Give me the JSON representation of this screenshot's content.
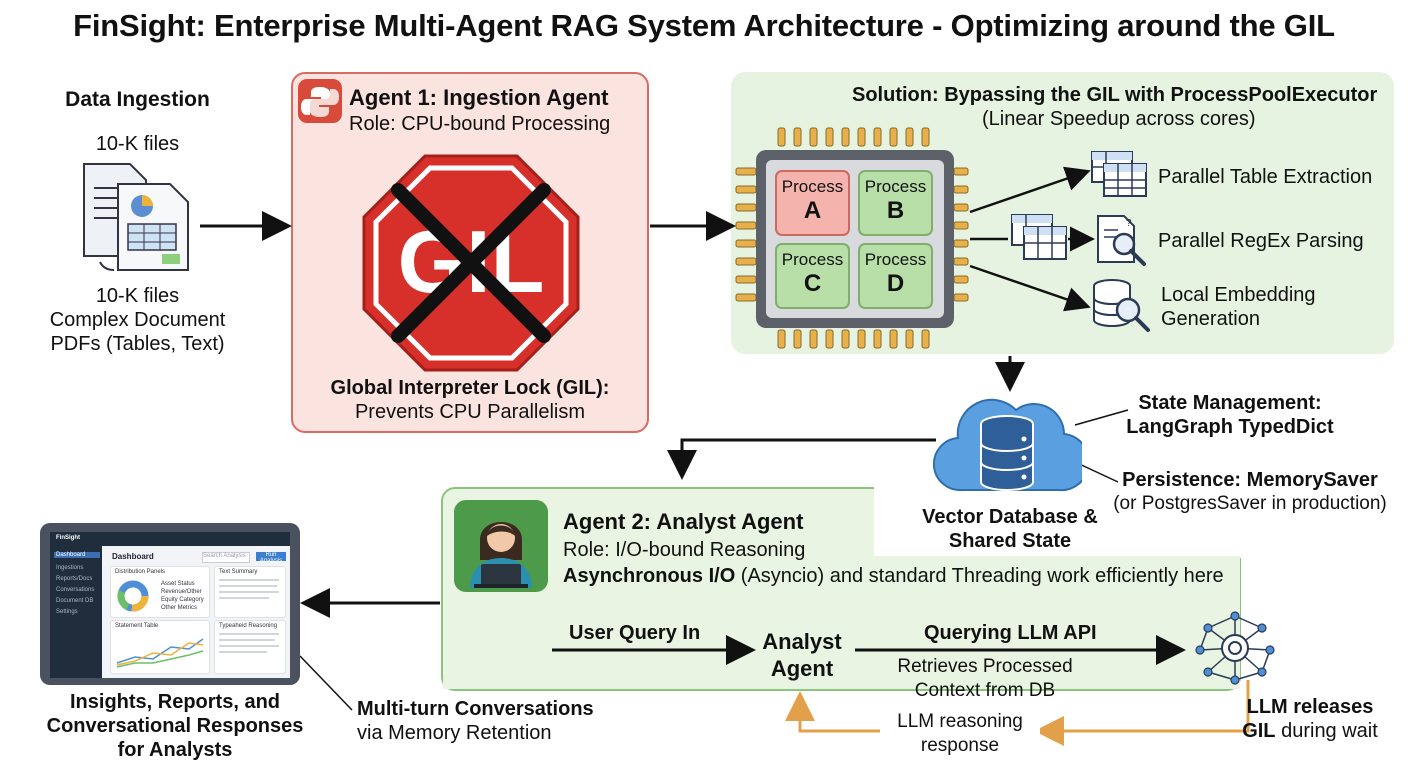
{
  "title": "FinSight: Enterprise Multi-Agent RAG System Architecture - Optimizing around the GIL",
  "ingestion": {
    "heading": "Data Ingestion",
    "top_label": "10-K files",
    "bottom_line1": "10-K files",
    "bottom_line2": "Complex Document",
    "bottom_line3": "PDFs (Tables, Text)"
  },
  "agent1": {
    "title": "Agent 1: Ingestion Agent",
    "role": "Role: CPU-bound Processing",
    "sign_text": "GIL",
    "caption_bold": "Global Interpreter Lock (GIL):",
    "caption": "Prevents CPU Parallelism"
  },
  "solution": {
    "title": "Solution: Bypassing the GIL with ProcessPoolExecutor",
    "subtitle": "(Linear Speedup across cores)",
    "process_word": "Process",
    "processes": [
      "A",
      "B",
      "C",
      "D"
    ],
    "outputs": [
      "Parallel Table Extraction",
      "Parallel RegEx Parsing",
      "Local Embedding",
      "Generation"
    ]
  },
  "state": {
    "mgmt_line1": "State Management:",
    "mgmt_line2": "LangGraph TypedDict",
    "persist_bold": "Persistence: MemorySaver",
    "persist_sub": "(or PostgresSaver in production)",
    "db_line1": "Vector Database &",
    "db_line2": "Shared State"
  },
  "agent2": {
    "title": "Agent 2: Analyst Agent",
    "role": "Role: I/O-bound Reasoning",
    "async_bold": "Asynchronous I/O",
    "async_rest": " (Asyncio) and standard Threading work efficiently here",
    "user_query": "User Query In",
    "center_line1": "Analyst",
    "center_line2": "Agent",
    "querying": "Querying LLM API",
    "retrieves1": "Retrieves Processed",
    "retrieves2": "Context from DB"
  },
  "llm": {
    "release_bold1": "LLM releases",
    "release_bold2": "GIL",
    "release_rest": " during wait",
    "reasoning1": "LLM reasoning",
    "reasoning2": "response"
  },
  "output": {
    "line1": "Insights, Reports, and",
    "line2": "Conversational Responses",
    "line3": "for Analysts",
    "multi_bold": "Multi-turn Conversations",
    "multi_sub": "via Memory Retention"
  },
  "dashboard": {
    "brand": "FinSight",
    "header": "Dashboard",
    "search": "Search Analysis",
    "button": "Run Analysis",
    "nav": [
      "Dashboard",
      "Ingestions",
      "Reports/Docs",
      "Conversations",
      "Document DB",
      "Settings"
    ],
    "card1": "Distribution Panels",
    "card2": "Text Summary",
    "card3": "Statement Table",
    "card4": "Typeaheid Reasoning",
    "legend": [
      "Asset Status",
      "Revenue/Other",
      "Equity Category",
      "Other Metrics"
    ]
  },
  "colors": {
    "gil_red": "#d72f2a",
    "panel_red": "#fbe3e0",
    "panel_green": "#e7f3e1",
    "process_green": "#b9dfa8",
    "process_red": "#f4b3ad",
    "cloud_blue": "#5aa0e0",
    "return_orange": "#e3a04a"
  }
}
